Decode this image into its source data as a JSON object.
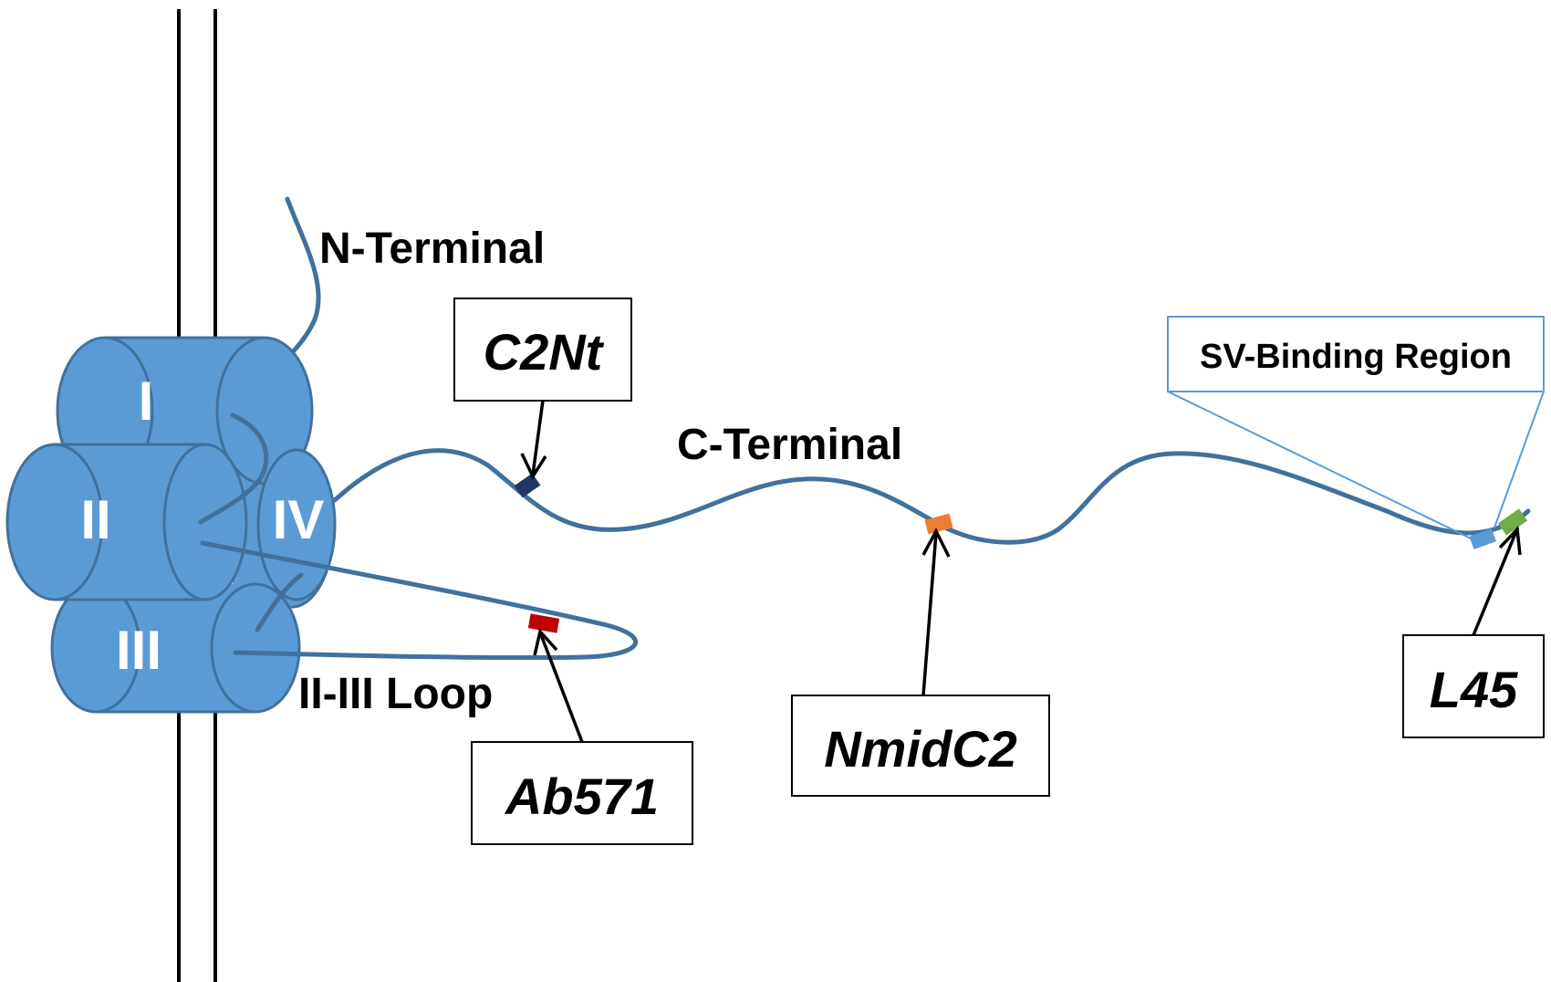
{
  "labels": {
    "n_terminal": "N-Terminal",
    "c_terminal": "C-Terminal",
    "loop": "II-III Loop",
    "sv_region": "SV-Binding Region"
  },
  "domains": {
    "d1": "I",
    "d2": "II",
    "d3": "III",
    "d4": "IV"
  },
  "antibodies": {
    "c2nt": "C2Nt",
    "nmidc2": "NmidC2",
    "ab571": "Ab571",
    "l45": "L45"
  },
  "colors": {
    "domain_fill": "#5b9bd5",
    "domain_outline": "#41719c",
    "chain": "#41719c",
    "c2nt_site": "#1f3864",
    "nmidc2_site": "#ed7d31",
    "ab571_site": "#c00000",
    "l45_site": "#70ad47",
    "sv_site": "#5b9bd5"
  }
}
